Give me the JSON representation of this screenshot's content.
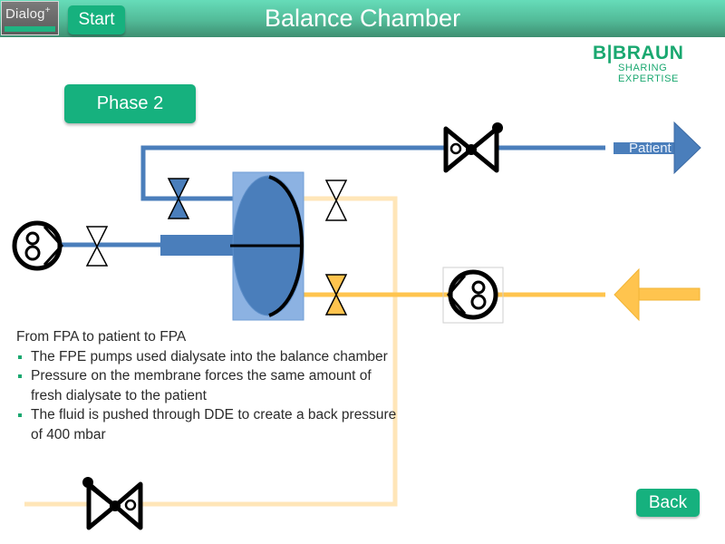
{
  "header": {
    "app_logo": "Dialog",
    "app_logo_sup": "+",
    "start_label": "Start",
    "title": "Balance Chamber"
  },
  "brand": {
    "name": "B|BRAUN",
    "tagline": "SHARING EXPERTISE"
  },
  "phase": {
    "label": "Phase 2"
  },
  "diagram": {
    "patient_label": "Patient",
    "colors": {
      "used_dialysate": "#4a7ebb",
      "chamber_bg": "#8cb2e2",
      "fresh_dialysate": "#ffc44e",
      "fresh_dialysate_light": "#ffe6b8",
      "symbol": "#000000",
      "accent_green": "#16b17e"
    },
    "components": [
      "left-pump",
      "left-valve",
      "upper-blue-valve",
      "balance-chamber",
      "upper-right-valve",
      "lower-yellow-valve",
      "right-pump",
      "top-pressure-valve",
      "bottom-pressure-valve",
      "patient-arrow",
      "inflow-arrow"
    ]
  },
  "description": {
    "heading": "From FPA to patient to FPA",
    "bullets": [
      "The FPE pumps used dialysate into the balance chamber",
      "Pressure on the membrane forces the same amount of fresh dialysate to the patient",
      "The fluid is pushed through DDE to create a back pressure of 400 mbar"
    ]
  },
  "footer": {
    "back_label": "Back"
  }
}
